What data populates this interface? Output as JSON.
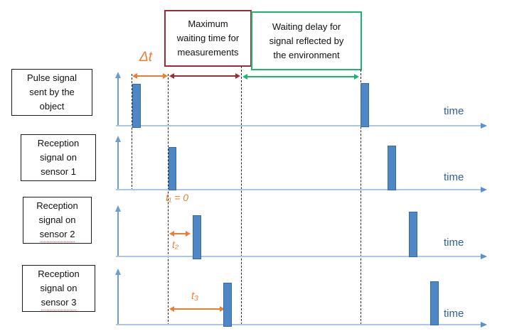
{
  "colors": {
    "orange": "#ed7d31",
    "red": "#a02b38",
    "green": "#1db56e",
    "pulse-fill": "#4e87c5",
    "pulse-border": "#38699f",
    "axis-v": "#6f9bd1",
    "axis-h": "#aac6e8",
    "axis-head": "#5b8fd4",
    "time-text": "#2f5f9f",
    "dash": "#262626",
    "box-border": "#1a1a1a"
  },
  "annotations": {
    "red_box": {
      "lines": [
        "Maximum",
        "waiting time for",
        "measurements"
      ]
    },
    "green_box": {
      "lines": [
        "Waiting delay for",
        "signal reflected by",
        "the environment"
      ]
    },
    "delta_t": "Δt",
    "t1": "t₁ = 0",
    "t2": "t₂",
    "t3": "t₃"
  },
  "rows": [
    {
      "label_lines": [
        "Pulse signal",
        "sent by the",
        "object"
      ],
      "time_label": "time"
    },
    {
      "label_lines": [
        "Reception",
        "signal on",
        "sensor 1"
      ],
      "time_label": "time"
    },
    {
      "label_lines": [
        "Reception",
        "signal on",
        "sensor 2"
      ],
      "time_label": "time"
    },
    {
      "label_lines": [
        "Reception",
        "signal on",
        "sensor 3"
      ],
      "time_label": "time"
    }
  ]
}
